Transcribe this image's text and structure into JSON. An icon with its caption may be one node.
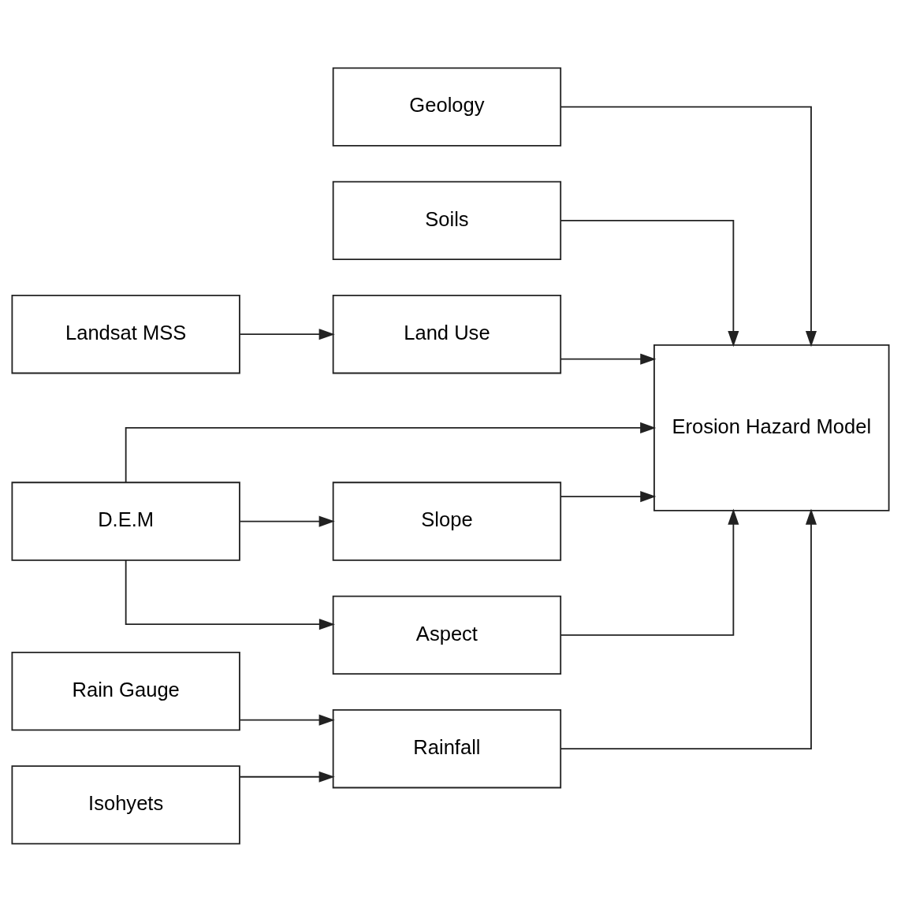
{
  "diagram": {
    "nodes": [
      {
        "text": [
          "Geology"
        ]
      },
      {
        "text": [
          "Soils"
        ]
      },
      {
        "text": [
          "Landsat MSS"
        ]
      },
      {
        "text": [
          "Land Use"
        ]
      },
      {
        "text": [
          "Erosion Hazard Model"
        ]
      },
      {
        "text": [
          "Slope"
        ]
      },
      {
        "text": [
          "D.E.M"
        ]
      },
      {
        "text": [
          "Aspect"
        ]
      },
      {
        "text": [
          "Rain Gauge"
        ]
      },
      {
        "text": [
          "Rainfall"
        ]
      },
      {
        "text": [
          "Isohyets"
        ]
      }
    ],
    "edges": [
      {
        "from": 2,
        "to": 3,
        "arrow": "to"
      },
      {
        "from": 6,
        "to": 5,
        "arrow": "to"
      },
      {
        "from": 6,
        "to": 7,
        "arrow": "to"
      },
      {
        "from": 8,
        "to": 9,
        "arrow": "to"
      },
      {
        "from": 10,
        "to": 9,
        "arrow": "to"
      },
      {
        "from": 0,
        "to": 4,
        "arrow": "to"
      },
      {
        "from": 1,
        "to": 4,
        "arrow": "to"
      },
      {
        "from": 3,
        "to": 4,
        "arrow": "to"
      },
      {
        "from": 5,
        "to": 4,
        "arrow": "to"
      },
      {
        "from": 6,
        "to": 4,
        "arrow": "to"
      },
      {
        "from": 7,
        "to": 4,
        "arrow": "to"
      },
      {
        "from": 9,
        "to": 4,
        "arrow": "to"
      }
    ]
  }
}
